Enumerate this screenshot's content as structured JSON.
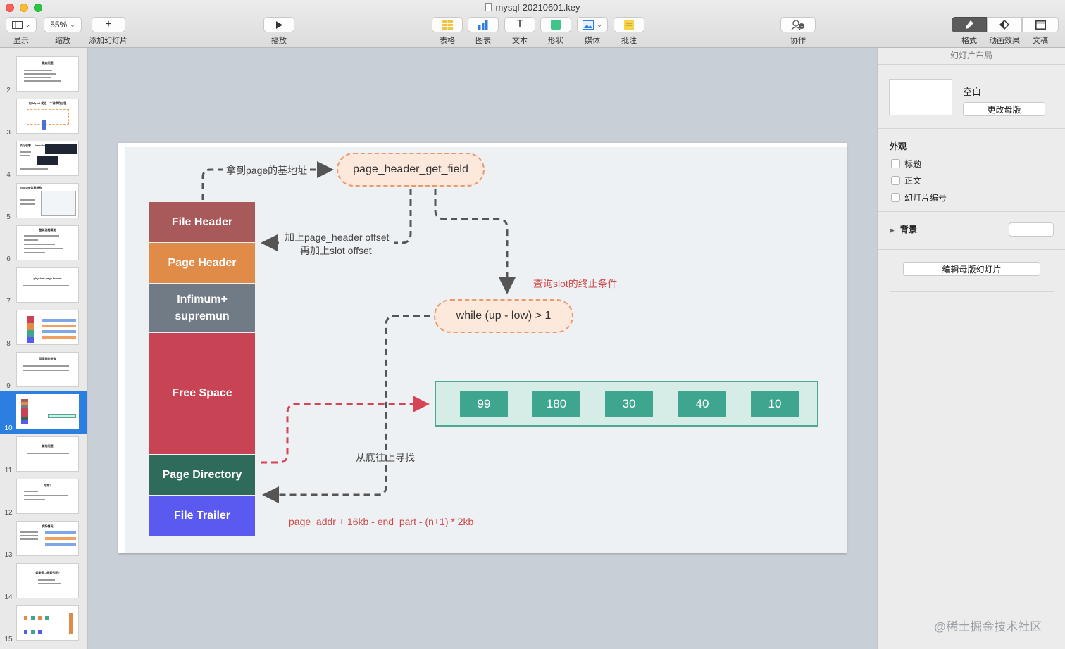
{
  "window": {
    "title": "mysql-20210601.key"
  },
  "toolbar": {
    "view_label": "显示",
    "zoom_value": "55%",
    "zoom_label": "缩放",
    "add_slide_label": "添加幻灯片",
    "play_label": "播放",
    "table_label": "表格",
    "chart_label": "图表",
    "text_label": "文本",
    "shape_label": "形状",
    "media_label": "媒体",
    "comment_label": "批注",
    "collab_label": "协作",
    "format_label": "格式",
    "animate_label": "动画效果",
    "document_label": "文稿"
  },
  "navigator": {
    "selected": "10",
    "slides": [
      {
        "num": "2",
        "title": "概念问题"
      },
      {
        "num": "3",
        "title": "向 Mysql 发送一个请求的过程"
      },
      {
        "num": "4",
        "title": "执行引擎 — handler"
      },
      {
        "num": "5",
        "title": "InnoDB 体系结构"
      },
      {
        "num": "6",
        "title": "整体流程概览"
      },
      {
        "num": "7",
        "title": "physical page format"
      },
      {
        "num": "8",
        "title": ""
      },
      {
        "num": "9",
        "title": "页里面的查询"
      },
      {
        "num": "10",
        "title": ""
      },
      {
        "num": "11",
        "title": "新的问题"
      },
      {
        "num": "12",
        "title": "方案?"
      },
      {
        "num": "13",
        "title": "实际情况"
      },
      {
        "num": "14",
        "title": "如果是二级索引呢?"
      },
      {
        "num": "15",
        "title": ""
      }
    ]
  },
  "slide": {
    "segments": {
      "file_header": "File Header",
      "page_header": "Page Header",
      "infimum": "Infimum+\nsupremun",
      "free_space": "Free Space",
      "page_directory": "Page Directory",
      "file_trailer": "File Trailer"
    },
    "pill_top": "page_header_get_field",
    "pill_loop": "while (up - low) > 1",
    "label_base_addr": "拿到page的基地址",
    "label_offset_1": "加上page_header offset",
    "label_offset_2": "再加上slot offset",
    "label_stop": "查询slot的终止条件",
    "label_bottom_up": "从底往上寻找",
    "formula": "page_addr + 16kb - end_part - (n+1) * 2kb",
    "slots": [
      "99",
      "180",
      "30",
      "40",
      "10"
    ]
  },
  "inspector": {
    "header": "幻灯片布局",
    "layout_name": "空白",
    "change_master": "更改母版",
    "appearance": "外观",
    "options": [
      "标题",
      "正文",
      "幻灯片编号"
    ],
    "background": "背景",
    "edit_master": "编辑母版幻灯片"
  },
  "watermark": "@稀土掘金技术社区",
  "colors": {
    "file_header": "#a85a5a",
    "page_header": "#e08b48",
    "infimum": "#717b86",
    "free_space": "#c84455",
    "page_directory": "#2f6b5b",
    "file_trailer": "#5b5af0",
    "slot_cell": "#3ea58f",
    "selected": "#2a7fe0"
  }
}
